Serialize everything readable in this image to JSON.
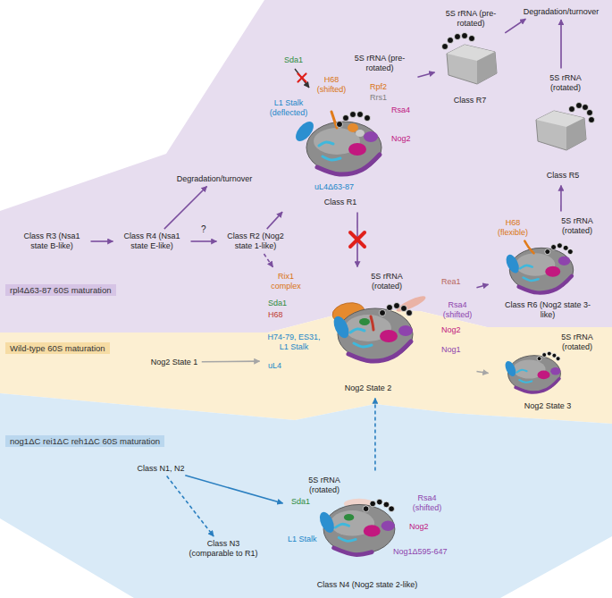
{
  "diagram": {
    "nodes": [
      {
        "text": [
          "rpl4Δ63-87 60S maturation"
        ]
      },
      {
        "text": [
          "Wild-type 60S maturation"
        ]
      },
      {
        "text": [
          "nog1ΔC rei1ΔC reh1ΔC 60S maturation"
        ]
      },
      {
        "text": [
          "Class R3 (Nsa1 state B-like)"
        ],
        "in": 0
      },
      {
        "text": [
          "Class R4 (Nsa1 state E-like)"
        ],
        "in": 0
      },
      {
        "text": [
          "Degradation/turnover"
        ],
        "in": 0
      },
      {
        "text": [
          "Class R2 (Nog2 state 1-like)"
        ],
        "in": 0
      },
      {
        "text": [
          "Class R1"
        ],
        "in": 0
      },
      {
        "text": [
          "Class R7"
        ],
        "in": 0
      },
      {
        "text": [
          "Degradation/turnover"
        ],
        "in": 0
      },
      {
        "text": [
          "Class R5"
        ],
        "in": 0
      },
      {
        "text": [
          "Class R6 (Nog2 state 3-like)"
        ],
        "in": 0
      },
      {
        "text": [
          "Nog2 State 1"
        ],
        "in": 1
      },
      {
        "text": [
          "Nog2 State 2"
        ],
        "in": 1
      },
      {
        "text": [
          "Nog2 State 3"
        ],
        "in": 1
      },
      {
        "text": [
          "Class N1, N2"
        ],
        "in": 2
      },
      {
        "text": [
          "Class N3 (comparable to R1)"
        ],
        "in": 2
      },
      {
        "text": [
          "Class N4 (Nog2 state 2-like)"
        ],
        "in": 2
      }
    ],
    "edges": [
      {
        "from": 3,
        "to": 4,
        "arrow": "to"
      },
      {
        "from": 4,
        "to": 5,
        "arrow": "to"
      },
      {
        "from": 4,
        "to": 6,
        "label": "?",
        "arrow": "to"
      },
      {
        "from": 6,
        "to": 7,
        "arrow": "to"
      },
      {
        "from": 6,
        "to": 13,
        "arrow": "to"
      },
      {
        "from": 7,
        "to": 8,
        "arrow": "to"
      },
      {
        "from": 7,
        "to": 13,
        "arrow": "to"
      },
      {
        "from": 8,
        "to": 9,
        "arrow": "to"
      },
      {
        "from": 13,
        "to": 11,
        "arrow": "to"
      },
      {
        "from": 11,
        "to": 10,
        "arrow": "to"
      },
      {
        "from": 10,
        "to": 9,
        "arrow": "to"
      },
      {
        "from": 12,
        "to": 13,
        "arrow": "to"
      },
      {
        "from": 13,
        "to": 14,
        "arrow": "to"
      },
      {
        "from": 15,
        "to": 16,
        "arrow": "to"
      },
      {
        "from": 15,
        "to": 17,
        "arrow": "to"
      },
      {
        "from": 17,
        "to": 13,
        "arrow": "to"
      }
    ],
    "labels": [
      "Sda1",
      "5S rRNA (pre-rotated)",
      "H68 (shifted)",
      "Rpf2",
      "Rrs1",
      "Rsa4",
      "L1 Stalk (deflected)",
      "Nog2",
      "uL4Δ63-87",
      "5S rRNA (pre-rotated)",
      "5S rRNA (rotated)",
      "H68 (flexible)",
      "5S rRNA (rotated)",
      "Rix1 complex",
      "5S rRNA (rotated)",
      "Rea1",
      "Sda1",
      "Rsa4 (shifted)",
      "H68",
      "Nog2",
      "H74-79, ES31, L1 Stalk",
      "Nog1",
      "uL4",
      "5S rRNA (rotated)",
      "5S rRNA (rotated)",
      "Sda1",
      "Rsa4 (shifted)",
      "L1 Stalk",
      "Nog2",
      "Nog1Δ595-647"
    ]
  }
}
